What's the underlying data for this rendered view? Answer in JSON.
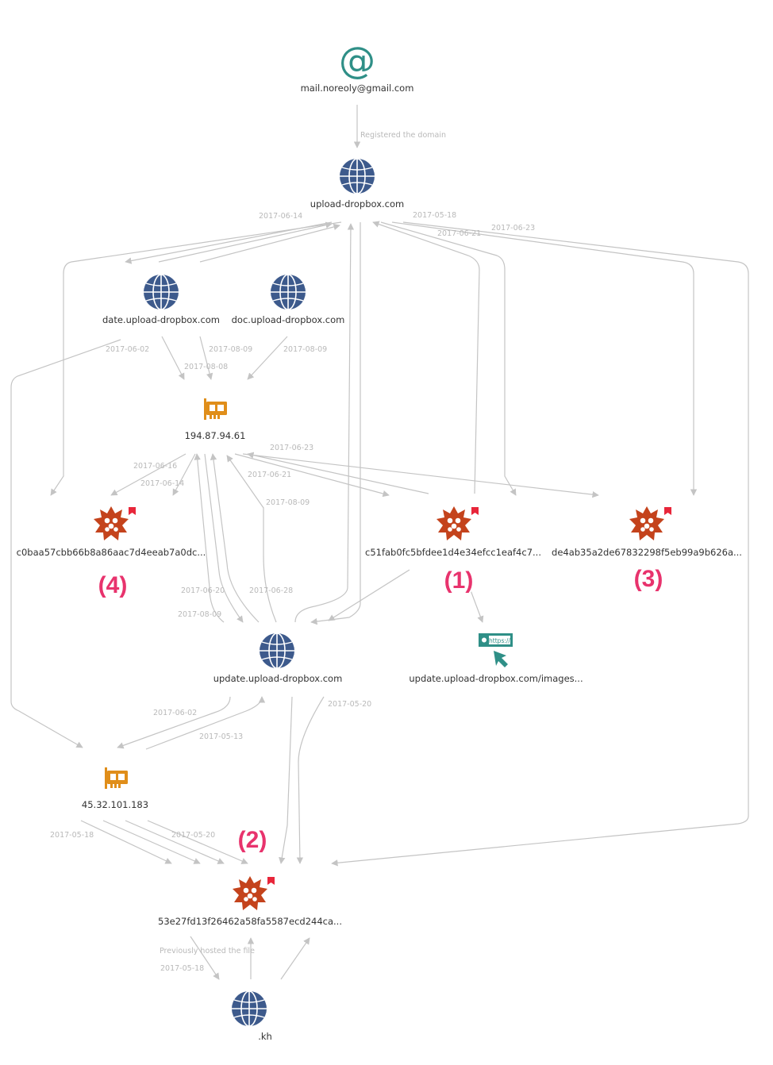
{
  "nodes": {
    "email": {
      "label": "mail.noreoly@gmail.com",
      "icon": "email-at-icon"
    },
    "upload": {
      "label": "upload-dropbox.com",
      "icon": "domain-globe-icon"
    },
    "date": {
      "label": "date.upload-dropbox.com",
      "icon": "domain-globe-icon"
    },
    "doc": {
      "label": "doc.upload-dropbox.com",
      "icon": "domain-globe-icon"
    },
    "ip1": {
      "label": "194.87.94.61",
      "icon": "ip-network-card-icon"
    },
    "malware4": {
      "label": "c0baa57cbb66b8a86aac7d4eeab7a0dc...",
      "icon": "malware-virus-icon"
    },
    "malware1": {
      "label": "c51fab0fc5bfdee1d4e34efcc1eaf4c7...",
      "icon": "malware-virus-icon"
    },
    "malware3": {
      "label": "de4ab35a2de67832298f5eb99a9b626a...",
      "icon": "malware-virus-icon"
    },
    "update": {
      "label": "update.upload-dropbox.com",
      "icon": "domain-globe-icon"
    },
    "url": {
      "label": "update.upload-dropbox.com/images...",
      "icon": "url-https-icon"
    },
    "ip2": {
      "label": "45.32.101.183",
      "icon": "ip-network-card-icon"
    },
    "malware2": {
      "label": "53e27fd13f26462a58fa5587ecd244ca...",
      "icon": "malware-virus-icon"
    },
    "kh": {
      "label": ".kh",
      "icon": "domain-globe-icon"
    }
  },
  "markers": {
    "m1": "(1)",
    "m2": "(2)",
    "m3": "(3)",
    "m4": "(4)"
  },
  "icon_glyphs": {
    "email": "@",
    "url_text": "https://"
  },
  "edge_labels": {
    "registered": "Registered the domain",
    "l_0614_top": "2017-06-14",
    "l_0518_top": "2017-05-18",
    "l_0621_top": "2017-06-21",
    "l_0623_top": "2017-06-23",
    "l_0602_date": "2017-06-02",
    "l_0809_date": "2017-08-09",
    "l_0808_date": "2017-08-08",
    "l_0809_doc": "2017-08-09",
    "l_0616_ip": "2017-06-16",
    "l_0614_ip": "2017-06-14",
    "l_0623_ip": "2017-06-23",
    "l_0621_ip": "2017-06-21",
    "l_0809_ip": "2017-08-09",
    "l_0620_upd": "2017-06-20",
    "l_0628_upd": "2017-06-28",
    "l_0809_upd": "2017-08-09",
    "l_0602_ip2": "2017-06-02",
    "l_0513_ip2": "2017-05-13",
    "l_0520_upd": "2017-05-20",
    "l_0518_ip2": "2017-05-18",
    "l_0520_ip2": "2017-05-20",
    "hosted": "Previously hosted the file",
    "l_0518_kh": "2017-05-18"
  },
  "colors": {
    "domain_globe": "#3d5a8c",
    "ip_card": "#e08e1a",
    "malware": "#c4431c",
    "email_and_url": "#2f8f87",
    "flag": "#e8263a",
    "marker_text": "#e8336d",
    "edge": "#c4c4c4",
    "edge_label": "#b9b9b9"
  }
}
